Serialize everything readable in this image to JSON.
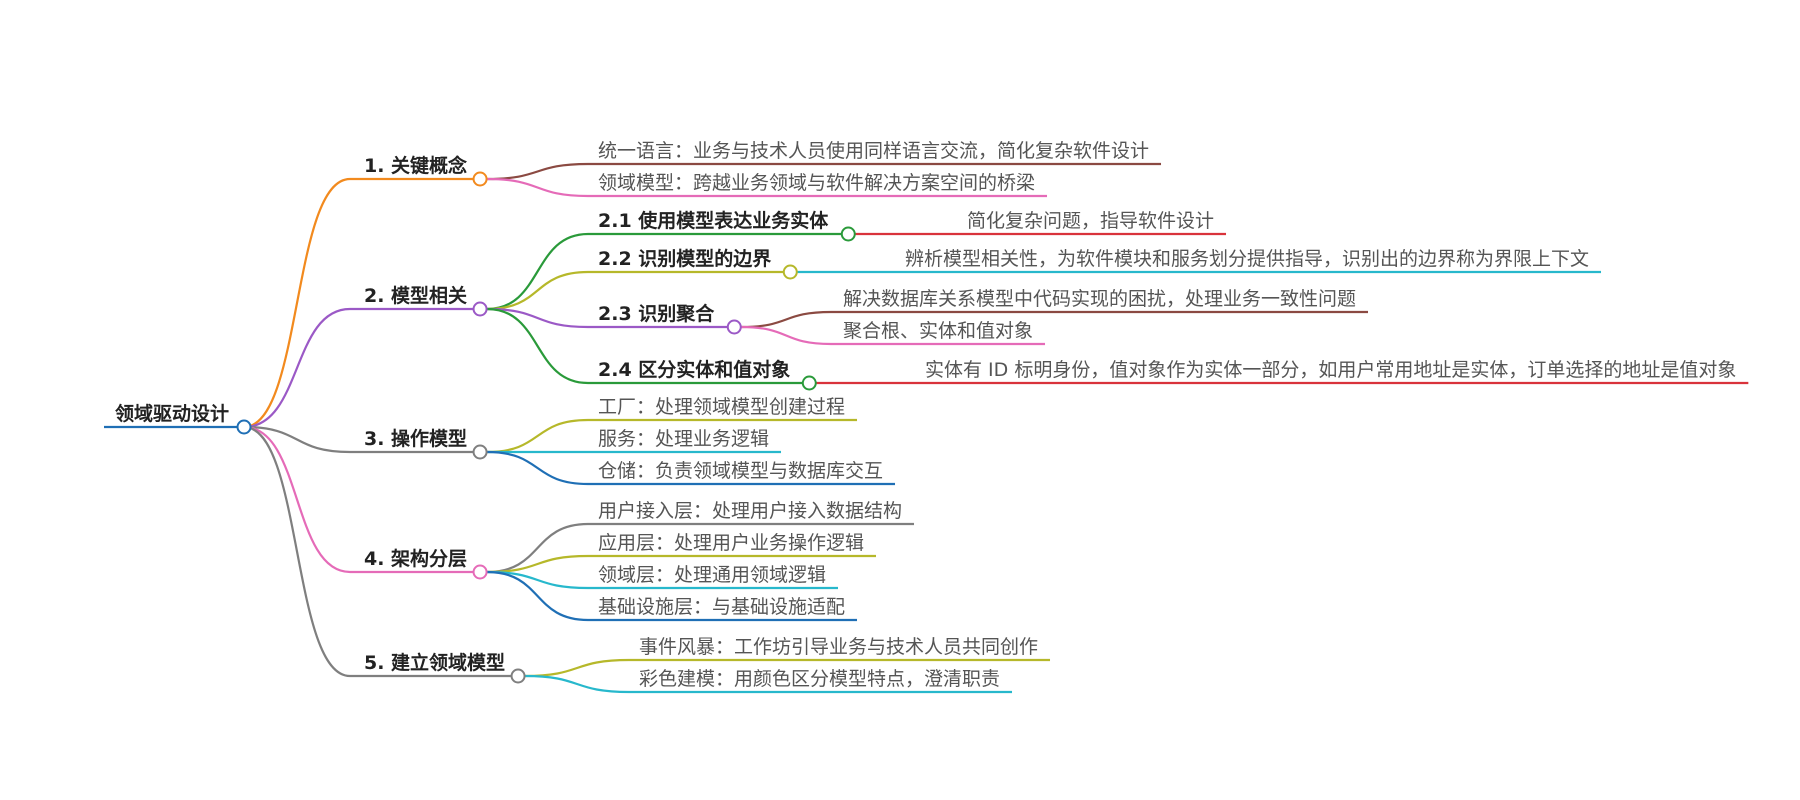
{
  "root": {
    "label": "领域驱动设计",
    "color": "#1f6fb5"
  },
  "branches": [
    {
      "label": "1. 关键概念",
      "color": "#f28a1e",
      "children": [
        {
          "label": "统一语言：业务与技术人员使用同样语言交流，简化复杂软件设计",
          "color": "#8b4a42"
        },
        {
          "label": "领域模型：跨越业务领域与软件解决方案空间的桥梁",
          "color": "#e56bb8"
        }
      ]
    },
    {
      "label": "2. 模型相关",
      "color": "#9b59c6",
      "children": [
        {
          "label": "2.1 使用模型表达业务实体",
          "color": "#2a9a3a",
          "children": [
            {
              "label": "简化复杂问题，指导软件设计",
              "color": "#d9333b"
            }
          ]
        },
        {
          "label": "2.2 识别模型的边界",
          "color": "#b6b82a",
          "children": [
            {
              "label": "辨析模型相关性，为软件模块和服务划分提供指导，识别出的边界称为界限上下文",
              "color": "#27b8cc"
            }
          ]
        },
        {
          "label": "2.3 识别聚合",
          "color": "#9b59c6",
          "children": [
            {
              "label": "解决数据库关系模型中代码实现的困扰，处理业务一致性问题",
              "color": "#8b4a42"
            },
            {
              "label": "聚合根、实体和值对象",
              "color": "#e56bb8"
            }
          ]
        },
        {
          "label": "2.4 区分实体和值对象",
          "color": "#2a9a3a",
          "children": [
            {
              "label": "实体有 ID 标明身份，值对象作为实体一部分，如用户常用地址是实体，订单选择的地址是值对象",
              "color": "#d9333b"
            }
          ]
        }
      ]
    },
    {
      "label": "3. 操作模型",
      "color": "#7f7f7f",
      "children": [
        {
          "label": "工厂：处理领域模型创建过程",
          "color": "#b6b82a"
        },
        {
          "label": "服务：处理业务逻辑",
          "color": "#27b8cc"
        },
        {
          "label": "仓储：负责领域模型与数据库交互",
          "color": "#1f6fb5"
        }
      ]
    },
    {
      "label": "4. 架构分层",
      "color": "#e56bb8",
      "children": [
        {
          "label": "用户接入层：处理用户接入数据结构",
          "color": "#7f7f7f"
        },
        {
          "label": "应用层：处理用户业务操作逻辑",
          "color": "#b6b82a"
        },
        {
          "label": "领域层：处理通用领域逻辑",
          "color": "#27b8cc"
        },
        {
          "label": "基础设施层：与基础设施适配",
          "color": "#1f6fb5"
        }
      ]
    },
    {
      "label": "5. 建立领域模型",
      "color": "#7f7f7f",
      "children": [
        {
          "label": "事件风暴：工作坊引导业务与技术人员共同创作",
          "color": "#b6b82a"
        },
        {
          "label": "彩色建模：用颜色区分模型特点，澄清职责",
          "color": "#27b8cc"
        }
      ]
    }
  ]
}
